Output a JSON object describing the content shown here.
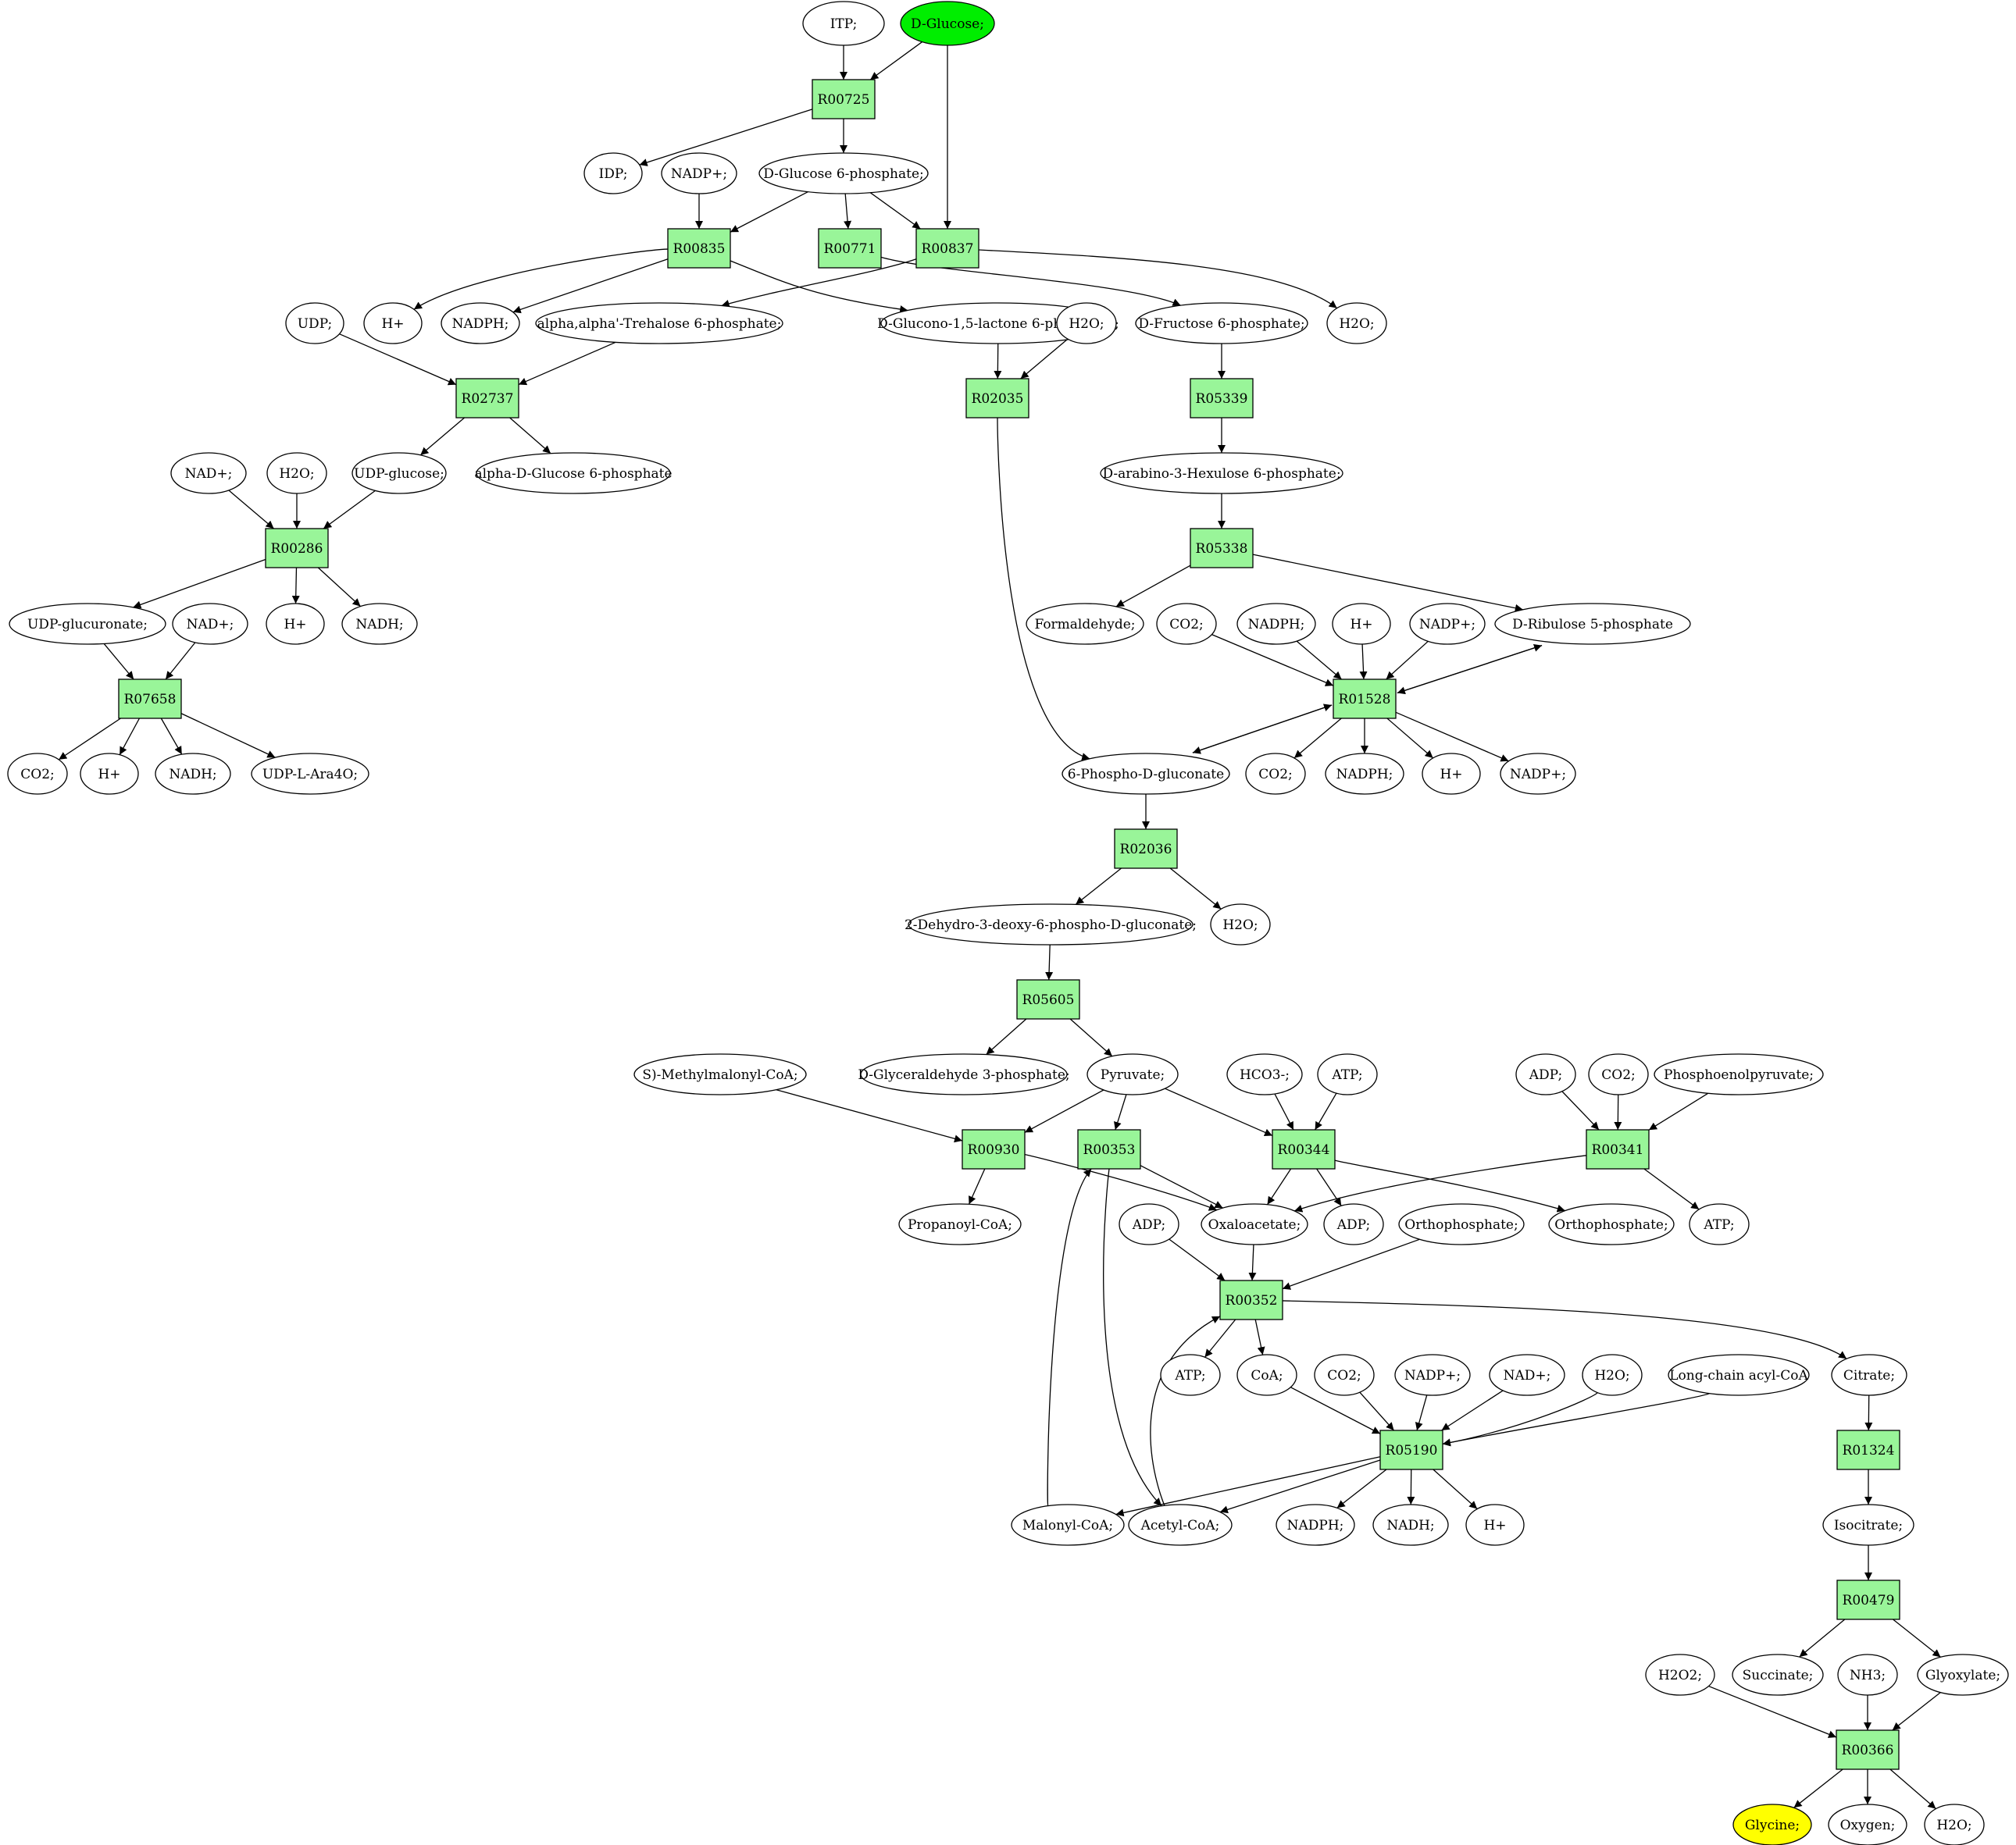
{
  "colors": {
    "reaction_fill": "#99f599",
    "metabolite_fill": "#ffffff",
    "source_fill": "#00ee00",
    "target_fill": "#ffff00",
    "stroke": "#000000",
    "background": "#ffffff"
  },
  "nodes": [
    {
      "id": "itp",
      "label": "ITP;",
      "kind": "metabolite"
    },
    {
      "id": "dglucose",
      "label": "D-Glucose;",
      "kind": "source"
    },
    {
      "id": "r00725",
      "label": "R00725",
      "kind": "reaction"
    },
    {
      "id": "idp",
      "label": "IDP;",
      "kind": "metabolite"
    },
    {
      "id": "nadp_a",
      "label": "NADP+;",
      "kind": "metabolite"
    },
    {
      "id": "g6p",
      "label": "D-Glucose 6-phosphate;",
      "kind": "metabolite"
    },
    {
      "id": "r00835",
      "label": "R00835",
      "kind": "reaction"
    },
    {
      "id": "r00771",
      "label": "R00771",
      "kind": "reaction"
    },
    {
      "id": "r00837",
      "label": "R00837",
      "kind": "reaction"
    },
    {
      "id": "udp",
      "label": "UDP;",
      "kind": "metabolite"
    },
    {
      "id": "hplus_a",
      "label": "H+",
      "kind": "metabolite"
    },
    {
      "id": "nadph_a",
      "label": "NADPH;",
      "kind": "metabolite"
    },
    {
      "id": "trehalose6p",
      "label": "alpha,alpha'-Trehalose 6-phosphate;",
      "kind": "metabolite"
    },
    {
      "id": "glucono",
      "label": "D-Glucono-1,5-lactone 6-phosphate;",
      "kind": "metabolite"
    },
    {
      "id": "h2o_a",
      "label": "H2O;",
      "kind": "metabolite"
    },
    {
      "id": "f6p",
      "label": "D-Fructose 6-phosphate;",
      "kind": "metabolite"
    },
    {
      "id": "h2o_b",
      "label": "H2O;",
      "kind": "metabolite"
    },
    {
      "id": "r02737",
      "label": "R02737",
      "kind": "reaction"
    },
    {
      "id": "r02035",
      "label": "R02035",
      "kind": "reaction"
    },
    {
      "id": "r05339",
      "label": "R05339",
      "kind": "reaction"
    },
    {
      "id": "nad_a",
      "label": "NAD+;",
      "kind": "metabolite"
    },
    {
      "id": "h2o_c",
      "label": "H2O;",
      "kind": "metabolite"
    },
    {
      "id": "udpglucose",
      "label": "UDP-glucose;",
      "kind": "metabolite"
    },
    {
      "id": "adg6p",
      "label": "alpha-D-Glucose 6-phosphate",
      "kind": "metabolite"
    },
    {
      "id": "arabino",
      "label": "D-arabino-3-Hexulose 6-phosphate;",
      "kind": "metabolite"
    },
    {
      "id": "r00286",
      "label": "R00286",
      "kind": "reaction"
    },
    {
      "id": "r05338",
      "label": "R05338",
      "kind": "reaction"
    },
    {
      "id": "udpgluc",
      "label": "UDP-glucuronate;",
      "kind": "metabolite"
    },
    {
      "id": "nad_b",
      "label": "NAD+;",
      "kind": "metabolite"
    },
    {
      "id": "hplus_b",
      "label": "H+",
      "kind": "metabolite"
    },
    {
      "id": "nadh_a",
      "label": "NADH;",
      "kind": "metabolite"
    },
    {
      "id": "formaldehyde",
      "label": "Formaldehyde;",
      "kind": "metabolite"
    },
    {
      "id": "co2_a",
      "label": "CO2;",
      "kind": "metabolite"
    },
    {
      "id": "nadph_b",
      "label": "NADPH;",
      "kind": "metabolite"
    },
    {
      "id": "hplus_c",
      "label": "H+",
      "kind": "metabolite"
    },
    {
      "id": "nadp_b",
      "label": "NADP+;",
      "kind": "metabolite"
    },
    {
      "id": "ribulose",
      "label": "D-Ribulose 5-phosphate",
      "kind": "metabolite"
    },
    {
      "id": "r07658",
      "label": "R07658",
      "kind": "reaction"
    },
    {
      "id": "r01528",
      "label": "R01528",
      "kind": "reaction"
    },
    {
      "id": "co2_b",
      "label": "CO2;",
      "kind": "metabolite"
    },
    {
      "id": "hplus_d",
      "label": "H+",
      "kind": "metabolite"
    },
    {
      "id": "nadh_b",
      "label": "NADH;",
      "kind": "metabolite"
    },
    {
      "id": "udpara",
      "label": "UDP-L-Ara4O;",
      "kind": "metabolite"
    },
    {
      "id": "pgluconate",
      "label": "6-Phospho-D-gluconate",
      "kind": "metabolite"
    },
    {
      "id": "co2_c",
      "label": "CO2;",
      "kind": "metabolite"
    },
    {
      "id": "nadph_c",
      "label": "NADPH;",
      "kind": "metabolite"
    },
    {
      "id": "hplus_e",
      "label": "H+",
      "kind": "metabolite"
    },
    {
      "id": "nadp_c",
      "label": "NADP+;",
      "kind": "metabolite"
    },
    {
      "id": "r02036",
      "label": "R02036",
      "kind": "reaction"
    },
    {
      "id": "kdpg",
      "label": "2-Dehydro-3-deoxy-6-phospho-D-gluconate;",
      "kind": "metabolite"
    },
    {
      "id": "h2o_d",
      "label": "H2O;",
      "kind": "metabolite"
    },
    {
      "id": "r05605",
      "label": "R05605",
      "kind": "reaction"
    },
    {
      "id": "smm",
      "label": "S)-Methylmalonyl-CoA;",
      "kind": "metabolite"
    },
    {
      "id": "g3p",
      "label": "D-Glyceraldehyde 3-phosphate;",
      "kind": "metabolite"
    },
    {
      "id": "pyruvate",
      "label": "Pyruvate;",
      "kind": "metabolite"
    },
    {
      "id": "hco3",
      "label": "HCO3-;",
      "kind": "metabolite"
    },
    {
      "id": "atp_a",
      "label": "ATP;",
      "kind": "metabolite"
    },
    {
      "id": "adp_a",
      "label": "ADP;",
      "kind": "metabolite"
    },
    {
      "id": "co2_d",
      "label": "CO2;",
      "kind": "metabolite"
    },
    {
      "id": "pep",
      "label": "Phosphoenolpyruvate;",
      "kind": "metabolite"
    },
    {
      "id": "r00930",
      "label": "R00930",
      "kind": "reaction"
    },
    {
      "id": "r00353",
      "label": "R00353",
      "kind": "reaction"
    },
    {
      "id": "r00344",
      "label": "R00344",
      "kind": "reaction"
    },
    {
      "id": "r00341",
      "label": "R00341",
      "kind": "reaction"
    },
    {
      "id": "propanoyl",
      "label": "Propanoyl-CoA;",
      "kind": "metabolite"
    },
    {
      "id": "adp_b",
      "label": "ADP;",
      "kind": "metabolite"
    },
    {
      "id": "oxaloacetate",
      "label": "Oxaloacetate;",
      "kind": "metabolite"
    },
    {
      "id": "adp_c",
      "label": "ADP;",
      "kind": "metabolite"
    },
    {
      "id": "orthophos_a",
      "label": "Orthophosphate;",
      "kind": "metabolite"
    },
    {
      "id": "orthophos_b",
      "label": "Orthophosphate;",
      "kind": "metabolite"
    },
    {
      "id": "atp_b",
      "label": "ATP;",
      "kind": "metabolite"
    },
    {
      "id": "r00352",
      "label": "R00352",
      "kind": "reaction"
    },
    {
      "id": "atp_c",
      "label": "ATP;",
      "kind": "metabolite"
    },
    {
      "id": "coa",
      "label": "CoA;",
      "kind": "metabolite"
    },
    {
      "id": "co2_e",
      "label": "CO2;",
      "kind": "metabolite"
    },
    {
      "id": "nadp_d",
      "label": "NADP+;",
      "kind": "metabolite"
    },
    {
      "id": "nad_c",
      "label": "NAD+;",
      "kind": "metabolite"
    },
    {
      "id": "h2o_e",
      "label": "H2O;",
      "kind": "metabolite"
    },
    {
      "id": "longacyl",
      "label": "Long-chain acyl-CoA",
      "kind": "metabolite"
    },
    {
      "id": "citrate",
      "label": "Citrate;",
      "kind": "metabolite"
    },
    {
      "id": "r05190",
      "label": "R05190",
      "kind": "reaction"
    },
    {
      "id": "r01324",
      "label": "R01324",
      "kind": "reaction"
    },
    {
      "id": "malonyl",
      "label": "Malonyl-CoA;",
      "kind": "metabolite"
    },
    {
      "id": "acetyl",
      "label": "Acetyl-CoA;",
      "kind": "metabolite"
    },
    {
      "id": "nadph_d",
      "label": "NADPH;",
      "kind": "metabolite"
    },
    {
      "id": "nadh_c",
      "label": "NADH;",
      "kind": "metabolite"
    },
    {
      "id": "hplus_f",
      "label": "H+",
      "kind": "metabolite"
    },
    {
      "id": "isocitrate",
      "label": "Isocitrate;",
      "kind": "metabolite"
    },
    {
      "id": "r00479",
      "label": "R00479",
      "kind": "reaction"
    },
    {
      "id": "h2o2",
      "label": "H2O2;",
      "kind": "metabolite"
    },
    {
      "id": "succinate",
      "label": "Succinate;",
      "kind": "metabolite"
    },
    {
      "id": "nh3",
      "label": "NH3;",
      "kind": "metabolite"
    },
    {
      "id": "glyoxylate",
      "label": "Glyoxylate;",
      "kind": "metabolite"
    },
    {
      "id": "r00366",
      "label": "R00366",
      "kind": "reaction"
    },
    {
      "id": "glycine",
      "label": "Glycine;",
      "kind": "target"
    },
    {
      "id": "oxygen",
      "label": "Oxygen;",
      "kind": "metabolite"
    },
    {
      "id": "h2o_f",
      "label": "H2O;",
      "kind": "metabolite"
    }
  ],
  "edges": [
    {
      "from": "itp",
      "to": "r00725"
    },
    {
      "from": "dglucose",
      "to": "r00725"
    },
    {
      "from": "dglucose",
      "to": "r00837"
    },
    {
      "from": "r00725",
      "to": "idp"
    },
    {
      "from": "r00725",
      "to": "g6p"
    },
    {
      "from": "nadp_a",
      "to": "r00835"
    },
    {
      "from": "g6p",
      "to": "r00835"
    },
    {
      "from": "g6p",
      "to": "r00771"
    },
    {
      "from": "g6p",
      "to": "r00837"
    },
    {
      "from": "r00835",
      "to": "hplus_a"
    },
    {
      "from": "r00835",
      "to": "nadph_a"
    },
    {
      "from": "r00835",
      "to": "glucono"
    },
    {
      "from": "r00837",
      "to": "trehalose6p"
    },
    {
      "from": "r00837",
      "to": "h2o_b"
    },
    {
      "from": "r00771",
      "to": "f6p"
    },
    {
      "from": "udp",
      "to": "r02737"
    },
    {
      "from": "trehalose6p",
      "to": "r02737"
    },
    {
      "from": "glucono",
      "to": "r02035"
    },
    {
      "from": "h2o_a",
      "to": "r02035"
    },
    {
      "from": "f6p",
      "to": "r05339"
    },
    {
      "from": "r02737",
      "to": "udpglucose"
    },
    {
      "from": "r02737",
      "to": "adg6p"
    },
    {
      "from": "r05339",
      "to": "arabino"
    },
    {
      "from": "nad_a",
      "to": "r00286"
    },
    {
      "from": "h2o_c",
      "to": "r00286"
    },
    {
      "from": "udpglucose",
      "to": "r00286"
    },
    {
      "from": "arabino",
      "to": "r05338"
    },
    {
      "from": "r00286",
      "to": "udpgluc"
    },
    {
      "from": "r00286",
      "to": "hplus_b"
    },
    {
      "from": "r00286",
      "to": "nadh_a"
    },
    {
      "from": "r05338",
      "to": "formaldehyde"
    },
    {
      "from": "r05338",
      "to": "ribulose"
    },
    {
      "from": "udpgluc",
      "to": "r07658"
    },
    {
      "from": "nad_b",
      "to": "r07658"
    },
    {
      "from": "co2_a",
      "to": "r01528"
    },
    {
      "from": "nadph_b",
      "to": "r01528"
    },
    {
      "from": "hplus_c",
      "to": "r01528"
    },
    {
      "from": "nadp_b",
      "to": "r01528"
    },
    {
      "from": "ribulose",
      "to": "r01528"
    },
    {
      "from": "r01528",
      "to": "ribulose"
    },
    {
      "from": "r07658",
      "to": "co2_b"
    },
    {
      "from": "r07658",
      "to": "hplus_d"
    },
    {
      "from": "r07658",
      "to": "nadh_b"
    },
    {
      "from": "r07658",
      "to": "udpara"
    },
    {
      "from": "r02035",
      "to": "pgluconate"
    },
    {
      "from": "pgluconate",
      "to": "r01528"
    },
    {
      "from": "r01528",
      "to": "pgluconate"
    },
    {
      "from": "r01528",
      "to": "co2_c"
    },
    {
      "from": "r01528",
      "to": "nadph_c"
    },
    {
      "from": "r01528",
      "to": "hplus_e"
    },
    {
      "from": "r01528",
      "to": "nadp_c"
    },
    {
      "from": "pgluconate",
      "to": "r02036"
    },
    {
      "from": "r02036",
      "to": "kdpg"
    },
    {
      "from": "r02036",
      "to": "h2o_d"
    },
    {
      "from": "kdpg",
      "to": "r05605"
    },
    {
      "from": "r05605",
      "to": "g3p"
    },
    {
      "from": "r05605",
      "to": "pyruvate"
    },
    {
      "from": "smm",
      "to": "r00930"
    },
    {
      "from": "pyruvate",
      "to": "r00930"
    },
    {
      "from": "pyruvate",
      "to": "r00353"
    },
    {
      "from": "pyruvate",
      "to": "r00344"
    },
    {
      "from": "hco3",
      "to": "r00344"
    },
    {
      "from": "atp_a",
      "to": "r00344"
    },
    {
      "from": "adp_a",
      "to": "r00341"
    },
    {
      "from": "co2_d",
      "to": "r00341"
    },
    {
      "from": "pep",
      "to": "r00341"
    },
    {
      "from": "r00930",
      "to": "propanoyl"
    },
    {
      "from": "r00930",
      "to": "oxaloacetate"
    },
    {
      "from": "r00353",
      "to": "oxaloacetate"
    },
    {
      "from": "r00353",
      "to": "acetyl"
    },
    {
      "from": "malonyl",
      "to": "r00353"
    },
    {
      "from": "r00344",
      "to": "oxaloacetate"
    },
    {
      "from": "r00344",
      "to": "adp_c"
    },
    {
      "from": "r00344",
      "to": "orthophos_b"
    },
    {
      "from": "r00341",
      "to": "oxaloacetate"
    },
    {
      "from": "r00341",
      "to": "atp_b"
    },
    {
      "from": "adp_b",
      "to": "r00352"
    },
    {
      "from": "oxaloacetate",
      "to": "r00352"
    },
    {
      "from": "orthophos_a",
      "to": "r00352"
    },
    {
      "from": "acetyl",
      "to": "r00352"
    },
    {
      "from": "r00352",
      "to": "atp_c"
    },
    {
      "from": "r00352",
      "to": "coa"
    },
    {
      "from": "r00352",
      "to": "citrate"
    },
    {
      "from": "coa",
      "to": "r05190"
    },
    {
      "from": "co2_e",
      "to": "r05190"
    },
    {
      "from": "nadp_d",
      "to": "r05190"
    },
    {
      "from": "nad_c",
      "to": "r05190"
    },
    {
      "from": "h2o_e",
      "to": "r05190"
    },
    {
      "from": "longacyl",
      "to": "r05190"
    },
    {
      "from": "r05190",
      "to": "malonyl"
    },
    {
      "from": "r05190",
      "to": "acetyl"
    },
    {
      "from": "r05190",
      "to": "nadph_d"
    },
    {
      "from": "r05190",
      "to": "nadh_c"
    },
    {
      "from": "r05190",
      "to": "hplus_f"
    },
    {
      "from": "citrate",
      "to": "r01324"
    },
    {
      "from": "r01324",
      "to": "isocitrate"
    },
    {
      "from": "isocitrate",
      "to": "r00479"
    },
    {
      "from": "r00479",
      "to": "succinate"
    },
    {
      "from": "r00479",
      "to": "glyoxylate"
    },
    {
      "from": "h2o2",
      "to": "r00366"
    },
    {
      "from": "nh3",
      "to": "r00366"
    },
    {
      "from": "glyoxylate",
      "to": "r00366"
    },
    {
      "from": "r00366",
      "to": "glycine"
    },
    {
      "from": "r00366",
      "to": "oxygen"
    },
    {
      "from": "r00366",
      "to": "h2o_f"
    }
  ]
}
